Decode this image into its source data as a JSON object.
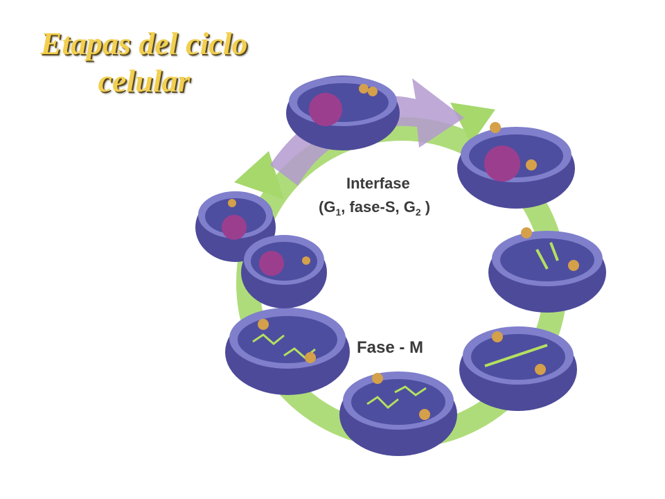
{
  "title": {
    "line1": "Etapas del ciclo",
    "line2": "celular"
  },
  "diagram": {
    "interphase_label": "Interfase",
    "interphase_phases": {
      "open": "(G",
      "g1_sub": "1",
      "middle": ", fase-S, G",
      "g2_sub": "2",
      "close": " )"
    },
    "m_phase_label": "Fase - M",
    "colors": {
      "cycle_arrow": "#a6d86c",
      "interphase_arrow": "#b49ad0",
      "cell_body": "#5a58a8",
      "cell_rim": "#6f6fc0",
      "nucleus": "#9c3e8e",
      "centrosome": "#d4a04a",
      "chromosome": "#b4e060"
    }
  }
}
